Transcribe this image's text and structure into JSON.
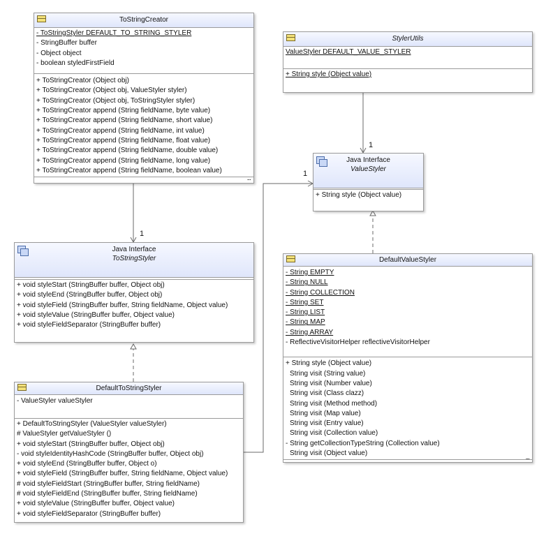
{
  "classes": {
    "tostringcreator": {
      "name": "ToStringCreator",
      "attributes": [
        "- ToStringStyler DEFAULT_TO_STRING_STYLER",
        "- StringBuffer buffer",
        "- Object object",
        "- boolean styledFirstField"
      ],
      "operations": [
        "+  ToStringCreator (Object obj)",
        "+  ToStringCreator (Object obj, ValueStyler styler)",
        "+  ToStringCreator (Object obj, ToStringStyler styler)",
        "+ ToStringCreator append (String fieldName, byte value)",
        "+ ToStringCreator append (String fieldName, short value)",
        "+ ToStringCreator append (String fieldName, int value)",
        "+ ToStringCreator append (String fieldName, float value)",
        "+ ToStringCreator append (String fieldName, double value)",
        "+ ToStringCreator append (String fieldName, long value)",
        "+ ToStringCreator append (String fieldName, boolean value)"
      ],
      "more": "..."
    },
    "stylerutils": {
      "name": "StylerUtils",
      "attributes": [
        "ValueStyler DEFAULT_VALUE_STYLER"
      ],
      "operations": [
        "+ String style (Object value)"
      ]
    },
    "valuestyler": {
      "stereotype": "Java Interface",
      "name": "ValueStyler",
      "operations": [
        "+ String style (Object value)"
      ]
    },
    "tostringstyler": {
      "stereotype": "Java Interface",
      "name": "ToStringStyler",
      "operations": [
        "+ void styleStart (StringBuffer buffer, Object obj)",
        "+ void styleEnd (StringBuffer buffer, Object obj)",
        "+ void styleField (StringBuffer buffer, String fieldName, Object value)",
        "+ void styleValue (StringBuffer buffer, Object value)",
        "+ void styleFieldSeparator (StringBuffer buffer)"
      ]
    },
    "defaultvaluestyler": {
      "name": "DefaultValueStyler",
      "attributes": [
        "- String EMPTY",
        "- String NULL",
        "- String COLLECTION",
        "- String SET",
        "- String LIST",
        "- String MAP",
        "- String ARRAY",
        "- ReflectiveVisitorHelper reflectiveVisitorHelper"
      ],
      "operations": [
        "+ String style (Object value)",
        "String visit (String value)",
        "String visit (Number value)",
        "String visit (Class clazz)",
        "String visit (Method method)",
        "String visit (Map value)",
        "String visit (Entry value)",
        "String visit (Collection value)",
        "- String getCollectionTypeString (Collection value)",
        "String visit (Object value)"
      ],
      "more": "..."
    },
    "defaulttostringstyler": {
      "name": "DefaultToStringStyler",
      "attributes": [
        "- ValueStyler valueStyler"
      ],
      "operations": [
        "+  DefaultToStringStyler (ValueStyler valueStyler)",
        "# ValueStyler getValueStyler ()",
        "+ void styleStart (StringBuffer buffer, Object obj)",
        "- void styleIdentityHashCode (StringBuffer buffer, Object obj)",
        "+ void styleEnd (StringBuffer buffer, Object o)",
        "+ void styleField (StringBuffer buffer, String fieldName, Object value)",
        "# void styleFieldStart (StringBuffer buffer, String fieldName)",
        "# void styleFieldEnd (StringBuffer buffer, String fieldName)",
        "+ void styleValue (StringBuffer buffer, Object value)",
        "+ void styleFieldSeparator (StringBuffer buffer)"
      ]
    }
  },
  "multiplicities": {
    "stylerutils_valuestyler": "1",
    "defaulttostringstyler_valuestyler": "1",
    "tostringcreator_tostringstyler": "1"
  }
}
